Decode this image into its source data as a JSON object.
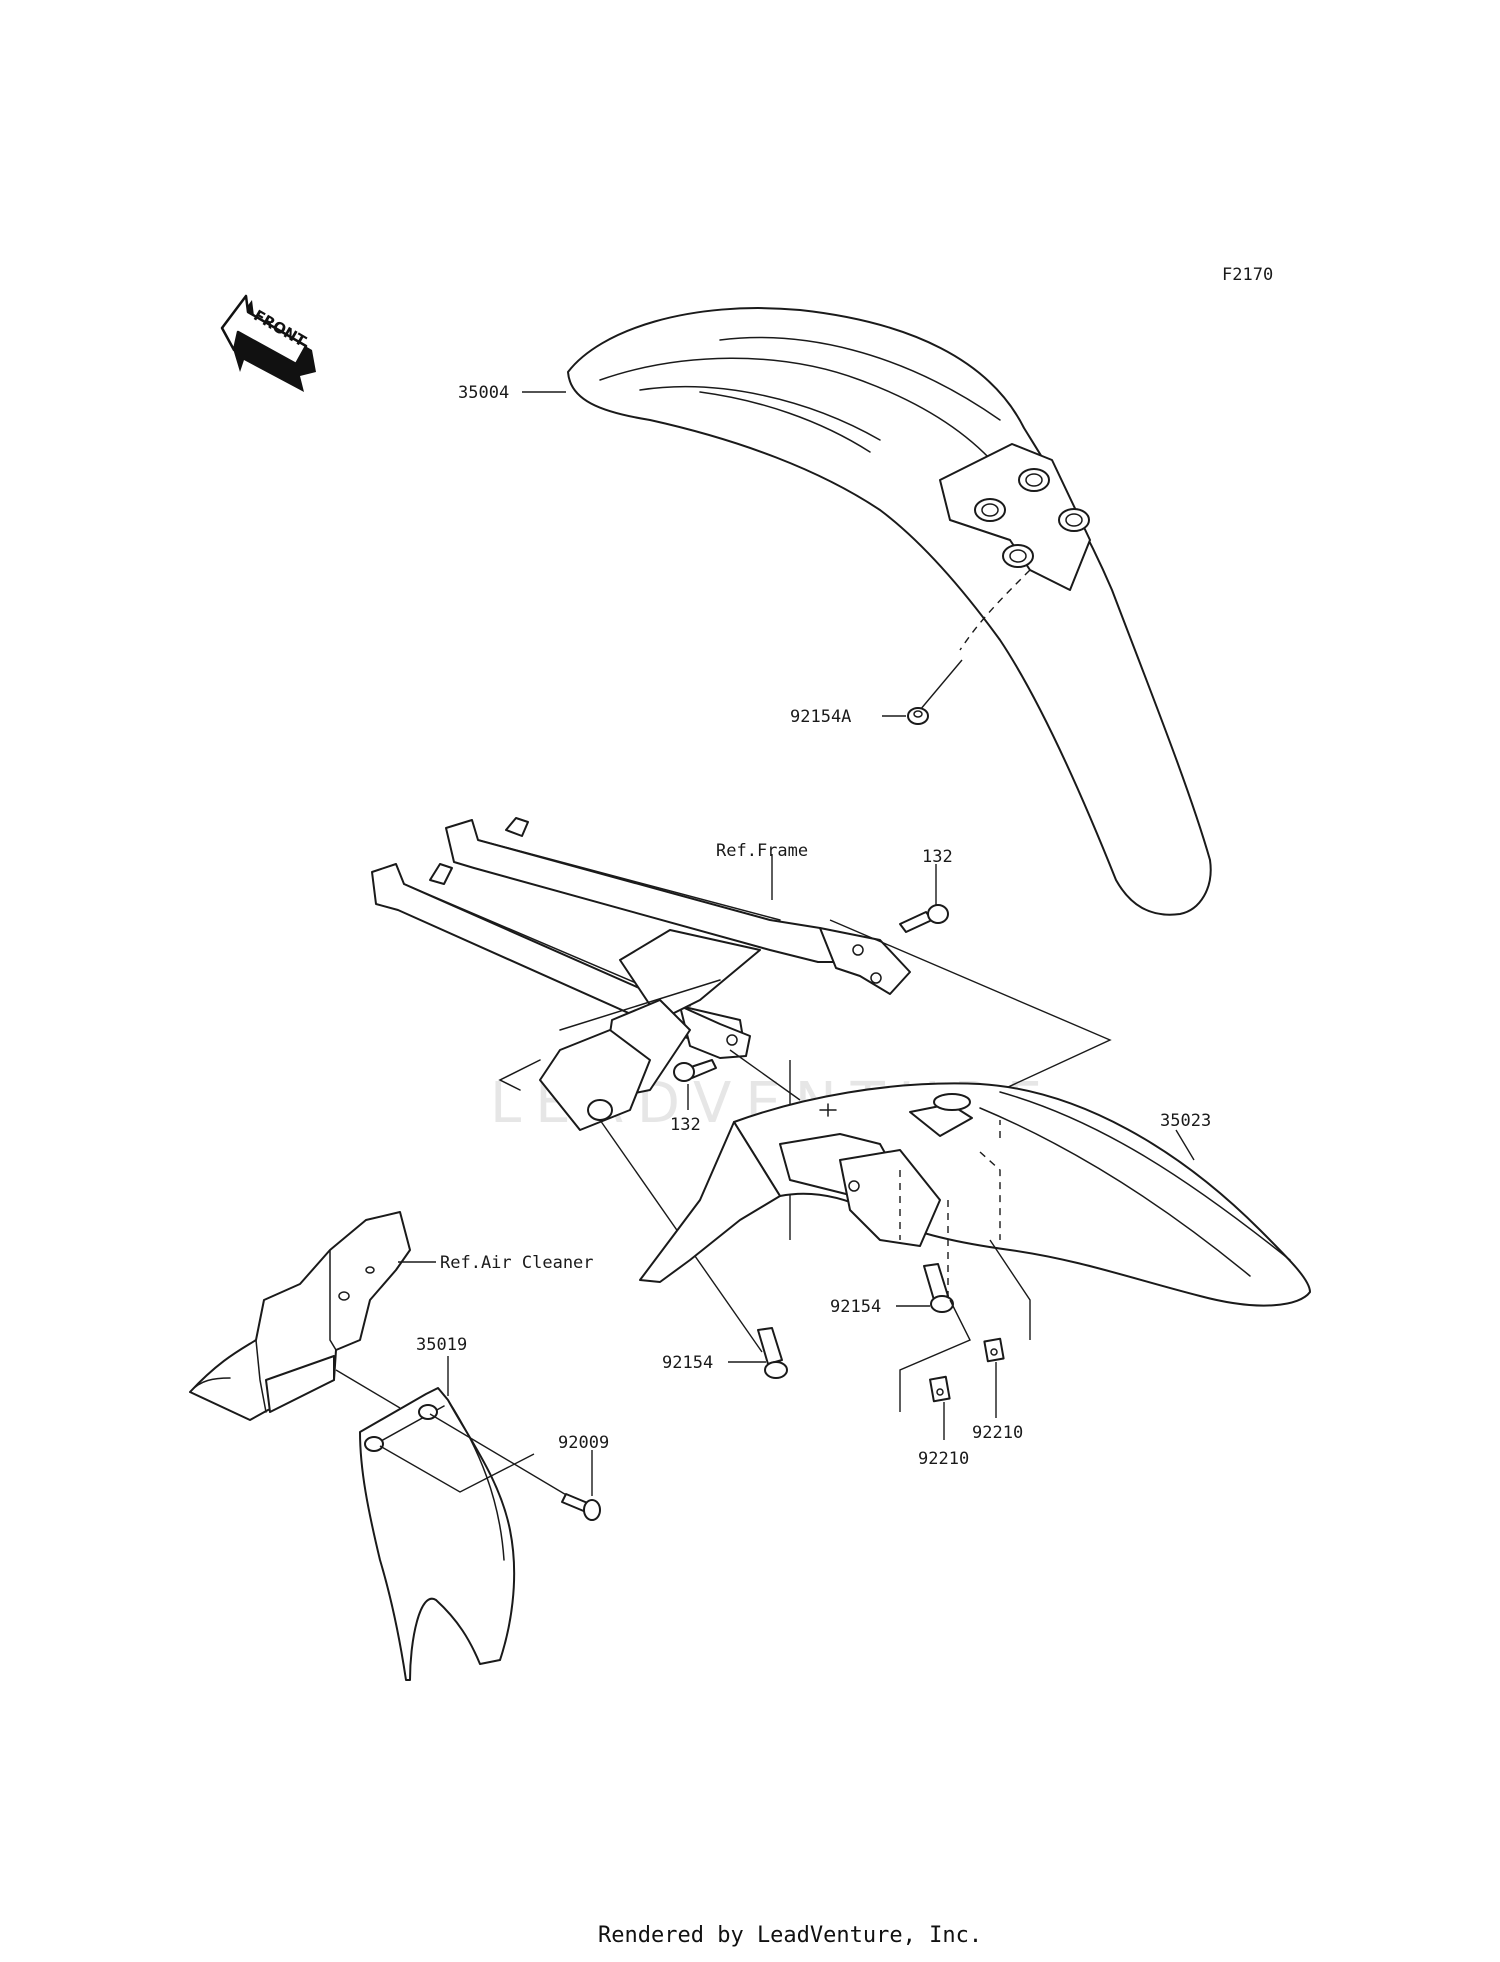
{
  "diagram_id": "F2170",
  "front_arrow_text": "FRONT",
  "watermark": "LEADVENTURE",
  "footer": "Rendered by LeadVenture, Inc.",
  "callouts": {
    "front_fender": "35004",
    "front_fender_bolt": "92154A",
    "ref_frame": "Ref.Frame",
    "bolt_132_upper": "132",
    "bolt_132_lower": "132",
    "rear_fender": "35023",
    "ref_air_cleaner": "Ref.Air Cleaner",
    "mud_flap": "35019",
    "flap_screw": "92009",
    "rear_bolt_left": "92154",
    "rear_bolt_right": "92154",
    "clip_left": "92210",
    "clip_right": "92210"
  }
}
